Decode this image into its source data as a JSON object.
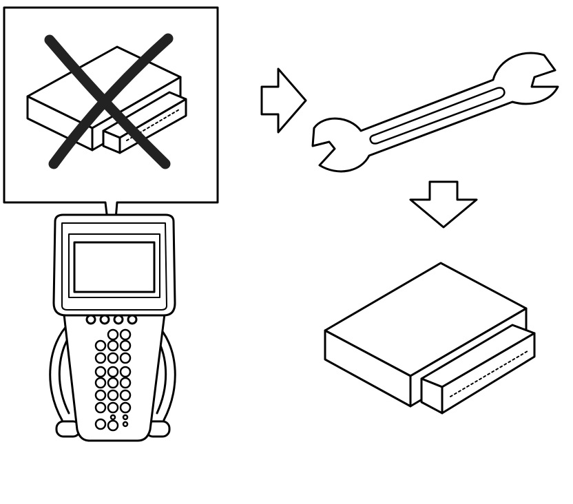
{
  "diagram": {
    "panels": [
      {
        "id": "scan-tool-callout",
        "content": "module-crossed-out"
      },
      {
        "id": "service",
        "content": "wrench"
      },
      {
        "id": "replacement",
        "content": "module"
      }
    ],
    "flow": [
      "scan-tool-callout",
      "service",
      "replacement"
    ]
  },
  "colors": {
    "line": "#000000",
    "fill": "#ffffff",
    "cross": "#222222"
  }
}
